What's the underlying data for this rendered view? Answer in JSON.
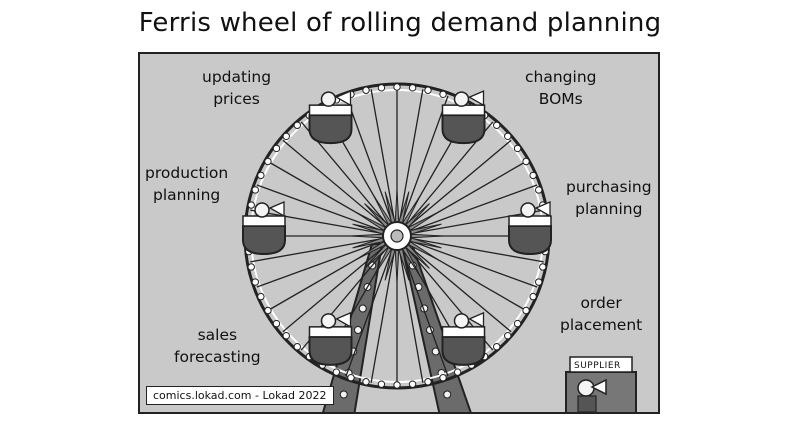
{
  "title": "Ferris wheel of rolling demand planning",
  "labels": {
    "updating_prices": "updating\nprices",
    "changing_boms": "changing\nBOMs",
    "production_planning": "production\nplanning",
    "purchasing_planning": "purchasing\nplanning",
    "sales_forecasting": "sales\nforecasting",
    "order_placement": "order\nplacement"
  },
  "supplier_sign": "SUPPLIER",
  "credit": "comics.lokad.com - Lokad 2022",
  "colors": {
    "panel": "#c9c9c9",
    "wheel": "#ffffff",
    "outline": "#222222",
    "tower": "#6a6a6a"
  }
}
